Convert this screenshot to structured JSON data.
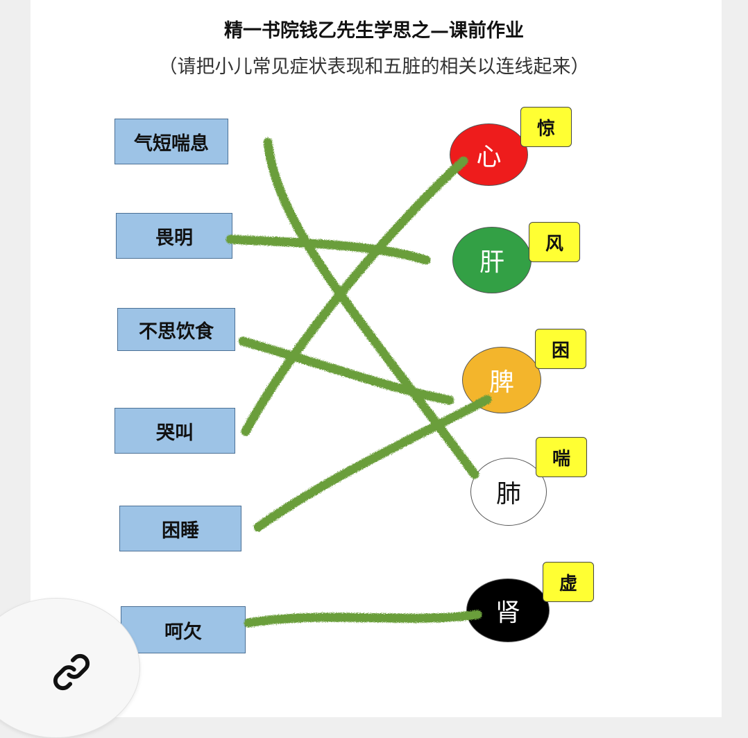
{
  "title": "精一书院钱乙先生学思之—课前作业",
  "subtitle": "（请把小儿常见症状表现和五脏的相关以连线起来）",
  "symptoms": [
    {
      "label": "气短喘息"
    },
    {
      "label": "畏明"
    },
    {
      "label": "不思饮食"
    },
    {
      "label": "哭叫"
    },
    {
      "label": "困睡"
    },
    {
      "label": "呵欠"
    }
  ],
  "organs": [
    {
      "label": "心",
      "color": "#ee1c1c",
      "text_color": "#ffffff",
      "emotion": "惊"
    },
    {
      "label": "肝",
      "color": "#33a045",
      "text_color": "#ffffff",
      "emotion": "风"
    },
    {
      "label": "脾",
      "color": "#f3b52c",
      "text_color": "#ffffff",
      "emotion": "困"
    },
    {
      "label": "肺",
      "color": "#ffffff",
      "text_color": "#111111",
      "emotion": "喘"
    },
    {
      "label": "肾",
      "color": "#000000",
      "text_color": "#ffffff",
      "emotion": "虚"
    }
  ],
  "connections": [
    {
      "from": "气短喘息",
      "to": "肺"
    },
    {
      "from": "畏明",
      "to": "肝"
    },
    {
      "from": "不思饮食",
      "to": "脾"
    },
    {
      "from": "哭叫",
      "to": "心"
    },
    {
      "from": "困睡",
      "to": "脾"
    },
    {
      "from": "呵欠",
      "to": "肾"
    }
  ],
  "line_color": "#6a9e3a",
  "link_icon": "link-icon"
}
